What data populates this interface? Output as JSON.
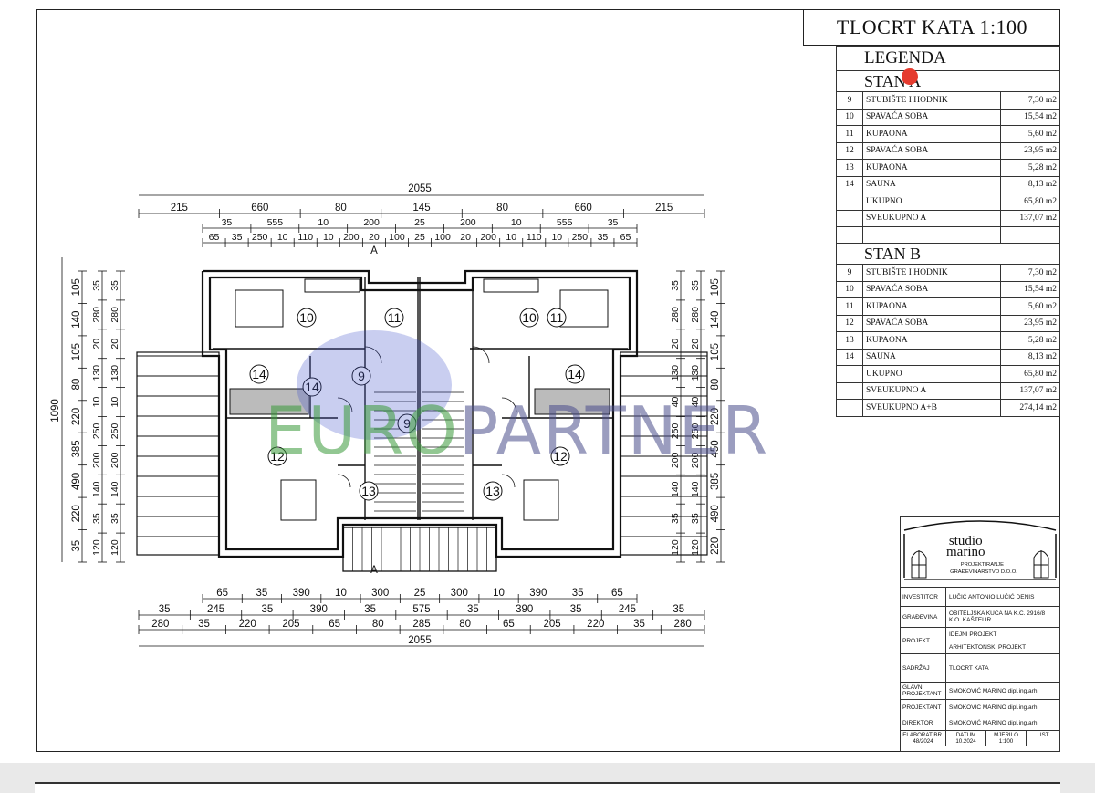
{
  "title": "TLOCRT KATA 1:100",
  "legend": {
    "heading": "LEGENDA",
    "stan_a": {
      "title": "STAN A",
      "rows": [
        {
          "num": "9",
          "name": "STUBIŠTE I HODNIK",
          "area": "7,30 m2"
        },
        {
          "num": "10",
          "name": "SPAVAĆA SOBA",
          "area": "15,54 m2"
        },
        {
          "num": "11",
          "name": "KUPAONA",
          "area": "5,60 m2"
        },
        {
          "num": "12",
          "name": "SPAVAĆA SOBA",
          "area": "23,95 m2"
        },
        {
          "num": "13",
          "name": "KUPAONA",
          "area": "5,28 m2"
        },
        {
          "num": "14",
          "name": "SAUNA",
          "area": "8,13 m2"
        }
      ],
      "ukupno_label": "UKUPNO",
      "ukupno_value": "65,80 m2",
      "sveukupno_label": "SVEUKUPNO A",
      "sveukupno_value": "137,07 m2"
    },
    "stan_b": {
      "title": "STAN B",
      "rows": [
        {
          "num": "9",
          "name": "STUBIŠTE I HODNIK",
          "area": "7,30 m2"
        },
        {
          "num": "10",
          "name": "SPAVAĆA SOBA",
          "area": "15,54 m2"
        },
        {
          "num": "11",
          "name": "KUPAONA",
          "area": "5,60 m2"
        },
        {
          "num": "12",
          "name": "SPAVAĆA SOBA",
          "area": "23,95 m2"
        },
        {
          "num": "13",
          "name": "KUPAONA",
          "area": "5,28 m2"
        },
        {
          "num": "14",
          "name": "SAUNA",
          "area": "8,13 m2"
        }
      ],
      "ukupno_label": "UKUPNO",
      "ukupno_value": "65,80 m2",
      "sveukupno_a_label": "SVEUKUPNO A",
      "sveukupno_a_value": "137,07 m2",
      "sveukupno_ab_label": "SVEUKUPNO A+B",
      "sveukupno_ab_value": "274,14 m2"
    }
  },
  "plan": {
    "dims_top": {
      "total": "2055",
      "row1": [
        "215",
        "660",
        "80",
        "145",
        "80",
        "660",
        "215"
      ],
      "row2": [
        "35",
        "555",
        "10",
        "200",
        "25",
        "200",
        "10",
        "555",
        "35"
      ],
      "row3": [
        "65",
        "35",
        "250",
        "10",
        "110",
        "10",
        "200",
        "20",
        "100",
        "25",
        "100",
        "20",
        "200",
        "10",
        "110",
        "10",
        "250",
        "35",
        "65"
      ]
    },
    "dims_bottom": {
      "total": "2055",
      "row1": [
        "65",
        "35",
        "390",
        "10",
        "300",
        "25",
        "300",
        "10",
        "390",
        "35",
        "65"
      ],
      "row2": [
        "35",
        "245",
        "35",
        "390",
        "35",
        "575",
        "35",
        "390",
        "35",
        "245",
        "35"
      ],
      "row3": [
        "280",
        "35",
        "220",
        "205",
        "65",
        "80",
        "285",
        "80",
        "65",
        "205",
        "220",
        "35",
        "280"
      ]
    },
    "dims_left": {
      "total": "1090",
      "col1": [
        "105",
        "140",
        "105",
        "80",
        "220",
        "385",
        "490",
        "220",
        "35"
      ],
      "col2": [
        "35",
        "280",
        "20",
        "130",
        "10",
        "250",
        "200",
        "140",
        "35",
        "120"
      ]
    },
    "dims_right": {
      "col1": [
        "105",
        "140",
        "105",
        "80",
        "220",
        "450",
        "385",
        "490",
        "220"
      ],
      "col2": [
        "35",
        "280",
        "20",
        "130",
        "40",
        "250",
        "200",
        "140",
        "35",
        "120"
      ]
    },
    "rooms": [
      "10",
      "11",
      "9",
      "14",
      "14",
      "9",
      "12",
      "13",
      "10",
      "11",
      "14",
      "12",
      "13"
    ],
    "section_mark": "A"
  },
  "watermark": {
    "part1": "EURO",
    "part2": "PARTNER"
  },
  "title_block": {
    "firm_line1": "studio",
    "firm_line2": "marino",
    "firm_desc1": "PROJEKTIRANJE I",
    "firm_desc2": "GRAĐEVINARSTVO D.O.O.",
    "investitor_label": "INVESTITOR",
    "investitor_value": "LUČIĆ ANTONIO LUČIĆ DENIS",
    "gradevina_label": "GRAĐEVINA",
    "gradevina_value": "OBITELJSKA KUĆA NA K.Č. 2916/8 K.O. KAŠTELIR",
    "projekt_label": "PROJEKT",
    "projekt_value1": "IDEJNI PROJEKT",
    "projekt_value2": "ARHITEKTONSKI PROJEKT",
    "sadrzaj_label": "SADRŽAJ",
    "sadrzaj_value": "TLOCRT KATA",
    "glavni_label": "GLAVNI PROJEKTANT",
    "glavni_value": "SMOKOVIĆ MARINO dipl.ing.arh.",
    "projektant_label": "PROJEKTANT",
    "projektant_value": "SMOKOVIĆ MARINO dipl.ing.arh.",
    "direktor_label": "DIREKTOR",
    "direktor_value": "SMOKOVIĆ MARINO dipl.ing.arh.",
    "elaborat_label": "ELABORAT BR.",
    "elaborat_value": "48/2024",
    "datum_label": "DATUM",
    "datum_value": "10.2024",
    "mjerilo_label": "MJERILO",
    "mjerilo_value": "1:100",
    "list_label": "LIST",
    "list_value": ""
  }
}
